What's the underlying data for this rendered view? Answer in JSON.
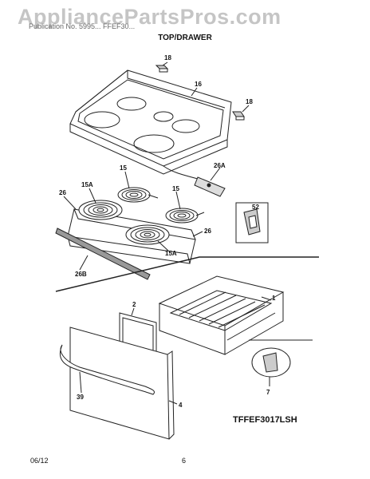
{
  "watermark": "AppliancePartsPros.com",
  "header": {
    "publication_line": "Publication No. 5995... FFEF30...",
    "section_title": "TOP/DRAWER"
  },
  "callouts": {
    "c18a": "18",
    "c18b": "18",
    "c16": "16",
    "c26A": "26A",
    "c15a": "15",
    "c15b": "15",
    "c15Aa": "15A",
    "c15Ab": "15A",
    "c26a": "26",
    "c26b": "26",
    "c52": "52",
    "c26B": "26B",
    "c1": "1",
    "c2": "2",
    "c7": "7",
    "c39": "39",
    "c4": "4"
  },
  "model_code": "TFFEF3017LSH",
  "footer": {
    "date": "06/12",
    "page": "6"
  }
}
